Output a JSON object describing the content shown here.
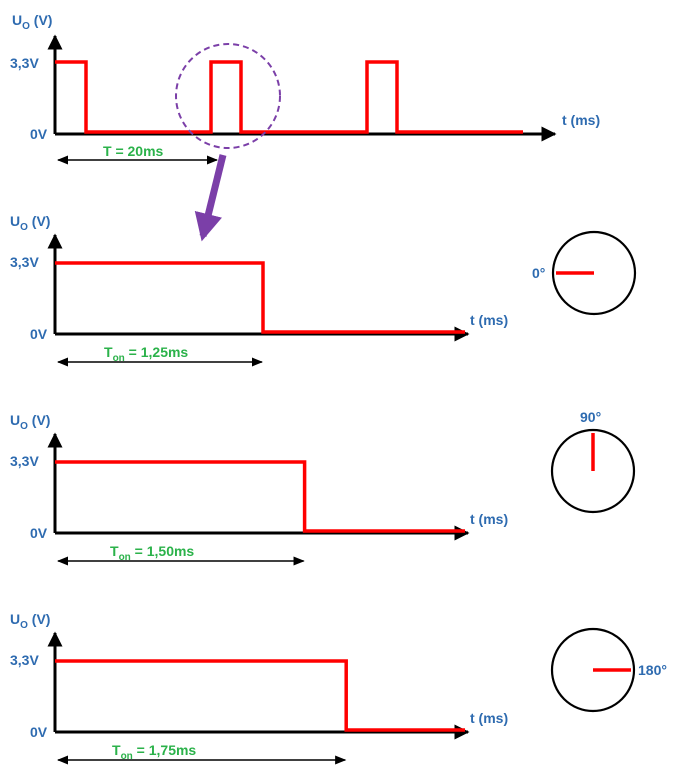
{
  "colors": {
    "signal": "#ff0000",
    "axis": "#000000",
    "label": "#2e6bb0",
    "dimension": "#2bb24a",
    "highlight": "#7b3fa8"
  },
  "top_chart": {
    "y_axis_label_main": "U",
    "y_axis_label_sub": "O",
    "y_axis_label_unit": " (V)",
    "y_high": "3,3V",
    "y_low": "0V",
    "x_axis_label": "t (ms)",
    "period_label": "T = 20ms"
  },
  "panels": [
    {
      "y_axis_label_main": "U",
      "y_axis_label_sub": "O",
      "y_axis_label_unit": " (V)",
      "y_high": "3,3V",
      "y_low": "0V",
      "x_axis_label": "t (ms)",
      "ton_main": "T",
      "ton_sub": "on",
      "ton_value": " = 1,25ms",
      "ton_ms": 1.25,
      "angle_label": "0°",
      "angle_deg": 0
    },
    {
      "y_axis_label_main": "U",
      "y_axis_label_sub": "O",
      "y_axis_label_unit": " (V)",
      "y_high": "3,3V",
      "y_low": "0V",
      "x_axis_label": "t (ms)",
      "ton_main": "T",
      "ton_sub": "on",
      "ton_value": " = 1,50ms",
      "ton_ms": 1.5,
      "angle_label": "90°",
      "angle_deg": 90
    },
    {
      "y_axis_label_main": "U",
      "y_axis_label_sub": "O",
      "y_axis_label_unit": " (V)",
      "y_high": "3,3V",
      "y_low": "0V",
      "x_axis_label": "t (ms)",
      "ton_main": "T",
      "ton_sub": "on",
      "ton_value": " = 1,75ms",
      "ton_ms": 1.75,
      "angle_label": "180°",
      "angle_deg": 180
    }
  ]
}
